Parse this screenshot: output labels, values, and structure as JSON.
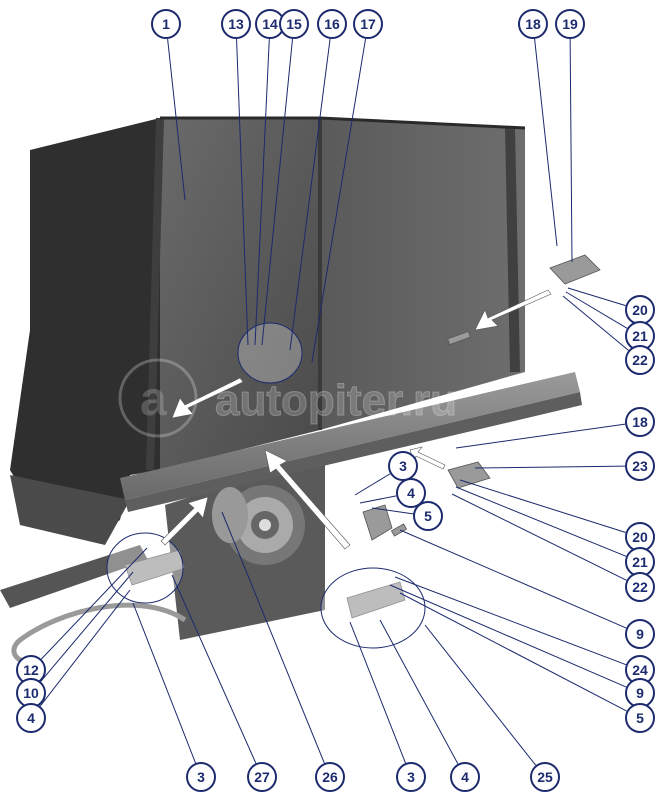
{
  "watermark": "autopiter.ru",
  "watermark_logo": "a",
  "colors": {
    "callout_ring": "#1c2a6e",
    "callout_fill": "#ffffff",
    "leader": "#1c2a6e",
    "panel_dark": "#333333",
    "panel_mid": "#5f5f5f",
    "panel_light": "#8a8a8a",
    "frame": "#7a7a7a",
    "arrow": "#ffffff"
  },
  "callouts": [
    {
      "id": "c1",
      "label": "1"
    },
    {
      "id": "c13",
      "label": "13"
    },
    {
      "id": "c14",
      "label": "14"
    },
    {
      "id": "c15",
      "label": "15"
    },
    {
      "id": "c16",
      "label": "16"
    },
    {
      "id": "c17",
      "label": "17"
    },
    {
      "id": "c18a",
      "label": "18"
    },
    {
      "id": "c19",
      "label": "19"
    },
    {
      "id": "c20a",
      "label": "20"
    },
    {
      "id": "c21a",
      "label": "21"
    },
    {
      "id": "c22a",
      "label": "22"
    },
    {
      "id": "c18b",
      "label": "18"
    },
    {
      "id": "c23",
      "label": "23"
    },
    {
      "id": "c3a",
      "label": "3"
    },
    {
      "id": "c4a",
      "label": "4"
    },
    {
      "id": "c5a",
      "label": "5"
    },
    {
      "id": "c20b",
      "label": "20"
    },
    {
      "id": "c21b",
      "label": "21"
    },
    {
      "id": "c22b",
      "label": "22"
    },
    {
      "id": "c9a",
      "label": "9"
    },
    {
      "id": "c24",
      "label": "24"
    },
    {
      "id": "c9b",
      "label": "9"
    },
    {
      "id": "c5b",
      "label": "5"
    },
    {
      "id": "c12",
      "label": "12"
    },
    {
      "id": "c10",
      "label": "10"
    },
    {
      "id": "c4b",
      "label": "4"
    },
    {
      "id": "c3b",
      "label": "3"
    },
    {
      "id": "c27",
      "label": "27"
    },
    {
      "id": "c26",
      "label": "26"
    },
    {
      "id": "c3c",
      "label": "3"
    },
    {
      "id": "c4c",
      "label": "4"
    },
    {
      "id": "c25",
      "label": "25"
    }
  ]
}
